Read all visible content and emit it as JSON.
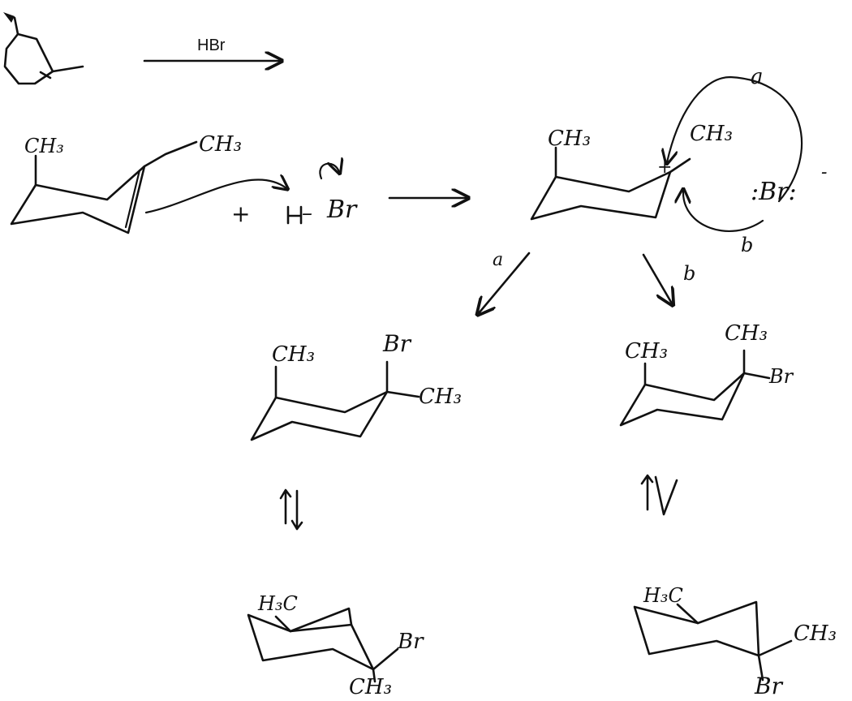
{
  "reagent": {
    "label": "HBr"
  },
  "step1": {
    "alkene_labels": {
      "ch3_left": "CH₃",
      "ch3_right": "CH₃"
    },
    "plus": "+",
    "hbr_h": "H",
    "hbr_dash": "–",
    "hbr_br": "Br"
  },
  "carbocation": {
    "ch3_left": "CH₃",
    "ch3_right": "CH₃",
    "charge": "+",
    "bromide": ":Br:",
    "bromide_charge": "-",
    "path_a": "a",
    "path_b": "b"
  },
  "branches": {
    "arrow_a": "a",
    "arrow_b": "b"
  },
  "product_a": {
    "ch3": "CH₃",
    "br": "Br",
    "ch3_2": "CH₃"
  },
  "product_b": {
    "ch3": "CH₃",
    "ch3_2": "CH₃",
    "br": "Br"
  },
  "flip_a": {
    "ch3_axial": "H₃C",
    "br": "Br",
    "ch3": "CH₃"
  },
  "flip_b": {
    "ch3_axial": "H₃C",
    "ch3": "CH₃",
    "br": "Br"
  }
}
